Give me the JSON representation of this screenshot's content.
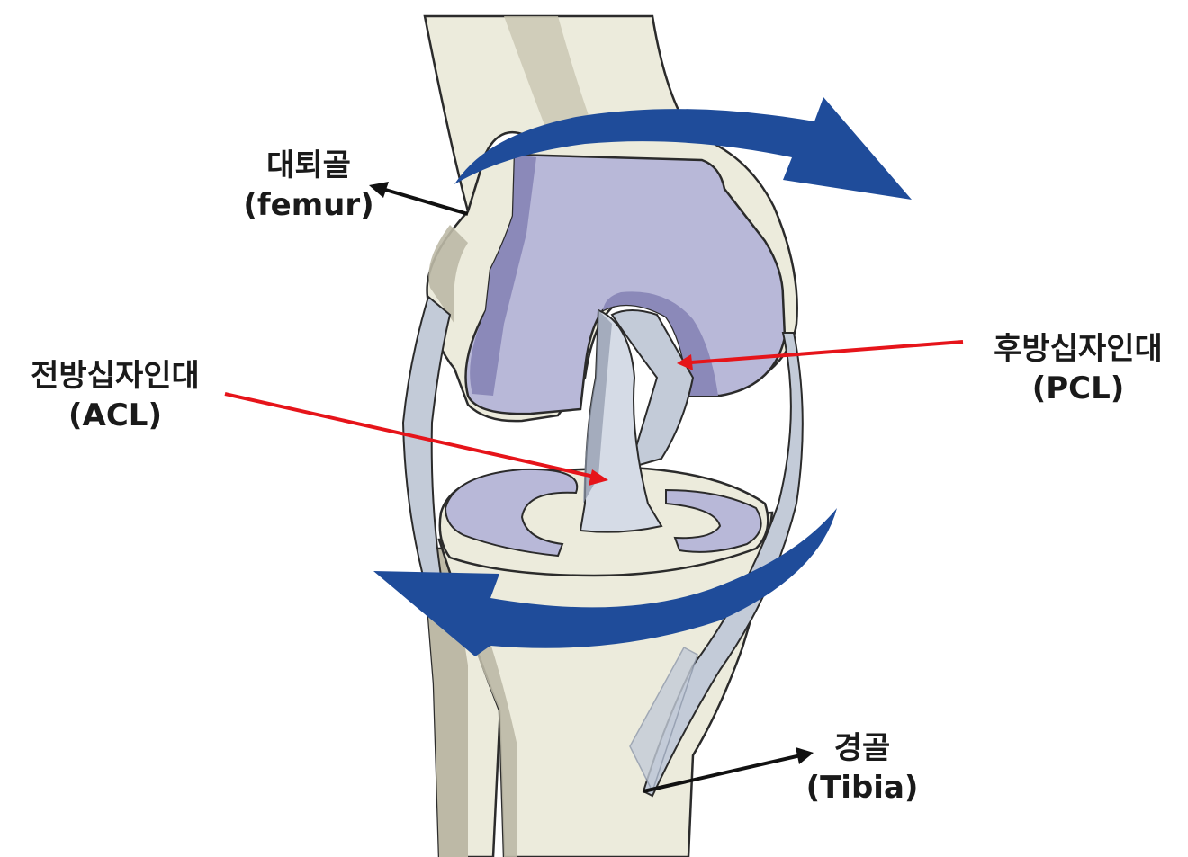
{
  "labels": {
    "femur": {
      "name": "대퇴골",
      "latin": "(femur)"
    },
    "acl": {
      "name": "전방십자인대",
      "latin": "(ACL)"
    },
    "pcl": {
      "name": "후방십자인대",
      "latin": "(PCL)"
    },
    "tibia": {
      "name": "경골",
      "latin": "(Tibia)"
    }
  },
  "colors": {
    "bone": "#ecebdc",
    "bone_shadow": "#bdb9a6",
    "cartilage": "#b8b8d8",
    "cartilage_dark": "#8b89b9",
    "ligament": "#c3cbd8",
    "ligament_dark": "#8e98ab",
    "rotation_arrow": "#1f4c9a",
    "pointer_red": "#e6141a",
    "pointer_black": "#111111",
    "outline": "#2b2b2b"
  },
  "icons": {
    "top_arrow": "rotation-arrow-right-icon",
    "bottom_arrow": "rotation-arrow-left-icon"
  }
}
